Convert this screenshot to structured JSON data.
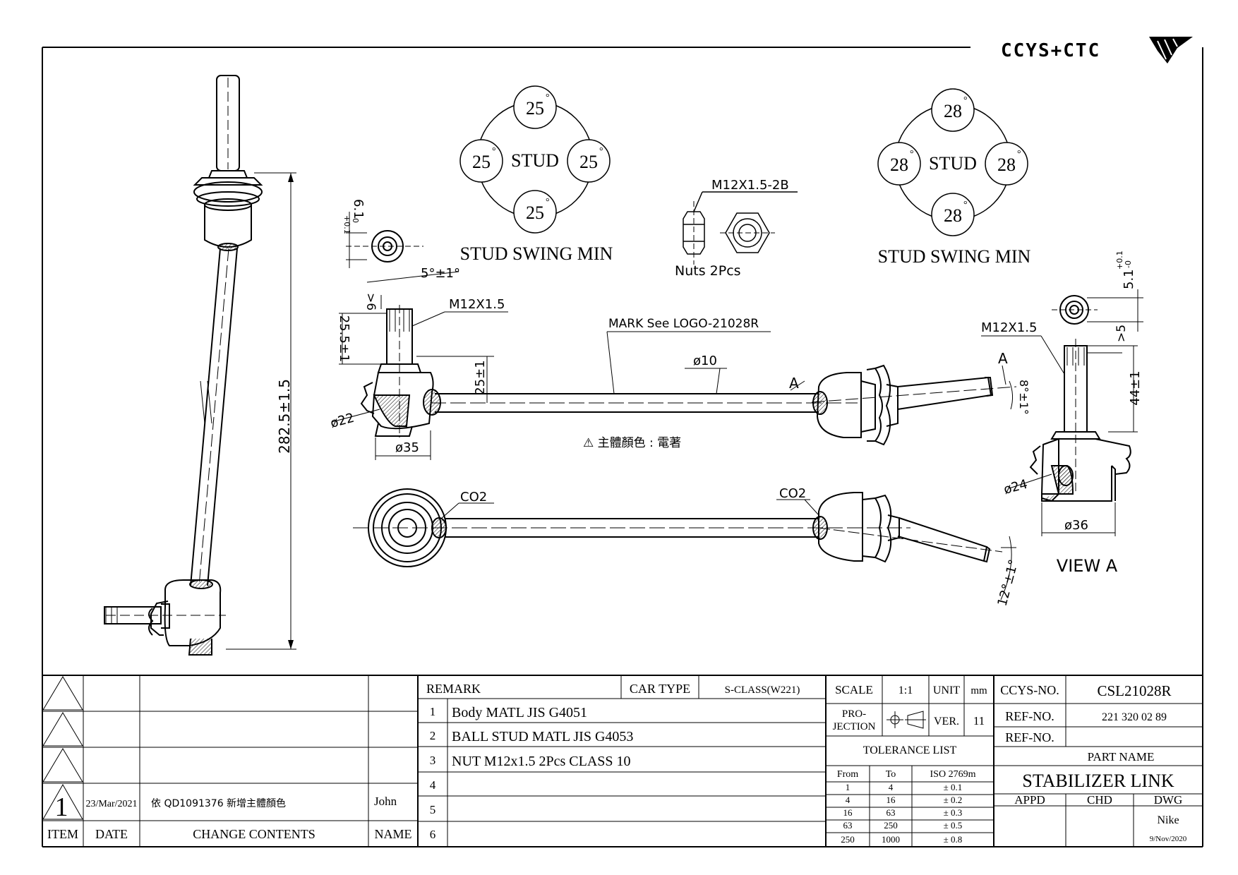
{
  "logo": {
    "text": "CCYS+CTC"
  },
  "views": {
    "stud_left": {
      "title": "STUD SWING MIN",
      "center": "STUD",
      "angles": [
        "25",
        "25",
        "25",
        "25"
      ],
      "degree": "°"
    },
    "stud_right": {
      "title": "STUD SWING MIN",
      "center": "STUD",
      "angles": [
        "28",
        "28",
        "28",
        "28"
      ],
      "degree": "°"
    },
    "nut": {
      "thread": "M12X1.5-2B",
      "label": "Nuts 2Pcs"
    },
    "view_a": "VIEW A"
  },
  "dimensions": {
    "overall_length": "282.5±1.5",
    "washer_thickness_left": "6.1",
    "washer_thickness_right": "5.1",
    "tol_plus": "+0.1",
    "tol_minus": "-0",
    "stud_angle": "5°±1°",
    "stud_len_left": "25.5±1",
    "gt6": ">6",
    "gt5": ">5",
    "thread_left": "M12X1.5",
    "thread_right": "M12X1.5",
    "mark": "MARK See LOGO-21028R",
    "height_25": "25±1",
    "rod_dia": "ø10",
    "ball_dia_22": "ø22",
    "housing_35": "ø35",
    "angle_8": "8°±1°",
    "stud_44": "44±1",
    "ball_dia_24": "ø24",
    "housing_36": "ø36",
    "chamfer_left": "CO2",
    "chamfer_right": "CO2",
    "angle_12": "12°±1°",
    "section_a": "A",
    "section_a2": "A",
    "color_note": "⚠ 主體顏色 : 電著"
  },
  "revision_table": {
    "headers": {
      "item": "ITEM",
      "date": "DATE",
      "contents": "CHANGE CONTENTS",
      "name": "NAME"
    },
    "rows": [
      {
        "item": "1",
        "date": "23/Mar/2021",
        "contents": "依 QD1091376 新增主體顏色",
        "name": "John"
      }
    ]
  },
  "remark_table": {
    "header": "REMARK",
    "car_type_label": "CAR TYPE",
    "car_type": "S-CLASS(W221)",
    "rows": [
      {
        "no": "1",
        "text": "Body MATL JIS G4051"
      },
      {
        "no": "2",
        "text": "BALL STUD MATL JIS G4053"
      },
      {
        "no": "3",
        "text": "NUT M12x1.5 2Pcs CLASS 10"
      },
      {
        "no": "4",
        "text": ""
      },
      {
        "no": "5",
        "text": ""
      },
      {
        "no": "6",
        "text": ""
      }
    ]
  },
  "spec": {
    "scale_label": "SCALE",
    "scale": "1:1",
    "unit_label": "UNIT",
    "unit": "mm",
    "projection_label_1": "PRO-",
    "projection_label_2": "JECTION",
    "ver_label": "VER.",
    "ver": "11",
    "tolerance_title": "TOLERANCE LIST",
    "tol_headers": [
      "From",
      "To",
      "ISO 2769m"
    ],
    "tol_rows": [
      [
        "1",
        "4",
        "± 0.1"
      ],
      [
        "4",
        "16",
        "± 0.2"
      ],
      [
        "16",
        "63",
        "± 0.3"
      ],
      [
        "63",
        "250",
        "± 0.5"
      ],
      [
        "250",
        "1000",
        "± 0.8"
      ]
    ]
  },
  "title_block": {
    "ccys_label": "CCYS-NO.",
    "ccys_no": "CSL21028R",
    "ref_label_1": "REF-NO.",
    "ref_no_1": "221 320 02 89",
    "ref_label_2": "REF-NO.",
    "ref_no_2": "",
    "part_name_label": "PART NAME",
    "part_name": "STABILIZER LINK",
    "appd": "APPD",
    "chd": "CHD",
    "dwg": "DWG",
    "drawer": "Nike",
    "date": "9/Nov/2020"
  }
}
